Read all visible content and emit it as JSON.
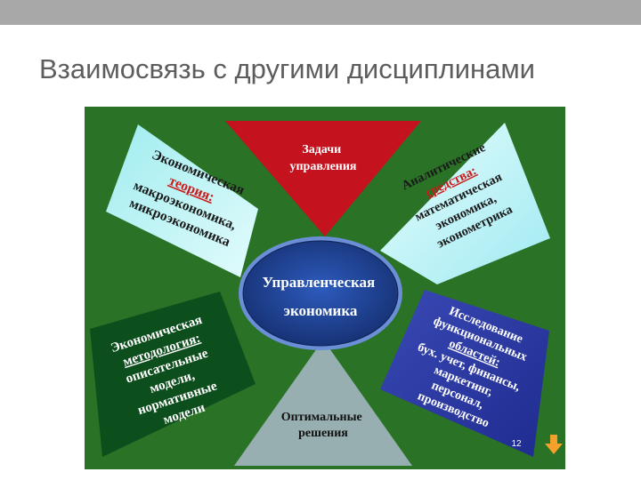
{
  "slide": {
    "title": "Взаимосвязь с другими дисциплинами",
    "page_number": "12"
  },
  "colors": {
    "top_bar": "#a8a8a8",
    "title_text": "#5d5d5d",
    "background_green": "#2a7226",
    "top_triangle": "#c4121f",
    "bottom_triangle": "#97afb1",
    "center_ellipse": "#1c3f8f",
    "left_top_card": "#b7f3f4",
    "right_top_card": "#b3f2f6",
    "left_bottom_card": "#0d4e1d",
    "right_bottom_card": "#2b3aa5",
    "page_arrow": "#f4a02a"
  },
  "diagram": {
    "top": {
      "lines": [
        "Задачи",
        "управления"
      ]
    },
    "bottom": {
      "lines": [
        "Оптимальные",
        "решения"
      ]
    },
    "center": {
      "lines": [
        "Управленческая",
        "экономика"
      ]
    },
    "left_top": {
      "lines": [
        "Экономическая",
        "теория:",
        "макроэкономика,",
        "микроэкономика"
      ]
    },
    "right_top": {
      "lines": [
        "Аналитические",
        "средства:",
        "математическая",
        "экономика,",
        "эконометрика"
      ]
    },
    "left_bottom": {
      "lines": [
        "Экономическая",
        "методология:",
        "описательные",
        "модели,",
        "нормативные",
        "модели"
      ]
    },
    "right_bottom": {
      "lines": [
        "Исследование",
        "функциональных",
        "областей:",
        "бух. учет, финансы,",
        "маркетинг,",
        "персонал,",
        "производство"
      ]
    }
  }
}
